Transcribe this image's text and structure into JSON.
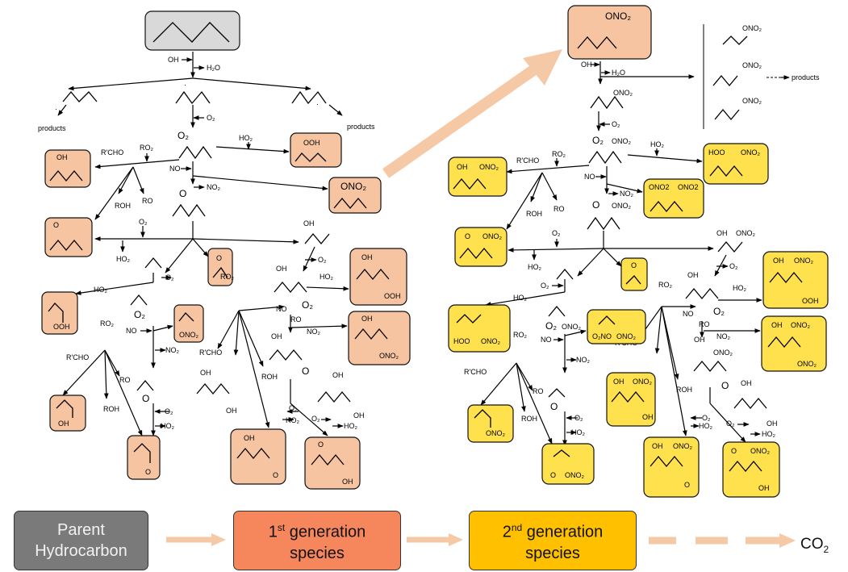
{
  "colors": {
    "parent_fill": "#d9d9d9",
    "first_gen_fill": "#f7c4a2",
    "second_gen_fill": "#ffe14d",
    "big_arrow": "#f6c9a6",
    "legend_parent": "#7a7a7a",
    "legend_first": "#f6875d",
    "legend_second": "#ffc000"
  },
  "labels": {
    "oh": "OH",
    "h2o": "H₂O",
    "o2": "O₂",
    "ho2": "HO₂",
    "no": "NO",
    "no2": "NO₂",
    "ro2": "RO₂",
    "ro": "RO",
    "roh": "ROH",
    "rcho": "R'CHO",
    "products": "products",
    "o2_radical": "O₂",
    "o_radical": "O",
    "ono2": "ONO₂",
    "ooh": "OOH",
    "hoo": "HOO",
    "o2no": "O₂NO",
    "ono2_a": "ONO2",
    "ono2_b": "ONO2",
    "o": "O",
    "hoh": "HO",
    "dot": "·"
  },
  "legend": {
    "parent_line1": "Parent",
    "parent_line2": "Hydrocarbon",
    "first_base": "1",
    "first_sup": "st",
    "first_rest": " generation",
    "first_line2": "species",
    "second_base": "2",
    "second_sup": "nd",
    "second_rest": " generation",
    "second_line2": "species",
    "co2_base": "CO",
    "co2_sub": "2"
  }
}
